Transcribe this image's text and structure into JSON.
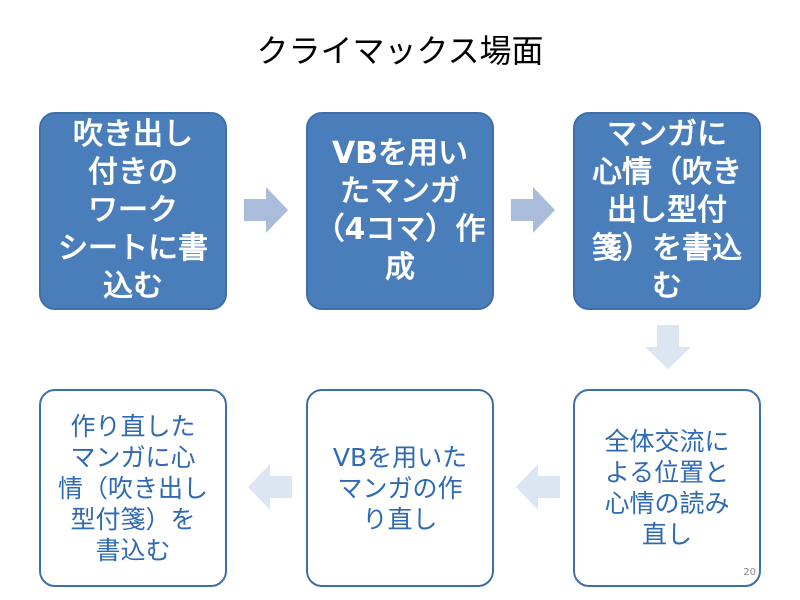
{
  "title": "クライマックス場面",
  "steps": [
    {
      "id": 1,
      "style": "filled",
      "text": "吹き出し\n付きの\nワーク\nシートに書\n込む"
    },
    {
      "id": 2,
      "style": "filled",
      "text": "VBを用い\nたマンガ\n（4コマ）作\n成"
    },
    {
      "id": 3,
      "style": "filled",
      "text": "マンガに\n心情（吹き\n出し型付\n箋）を書込\nむ"
    },
    {
      "id": 4,
      "style": "outline",
      "text": "全体交流に\nよる位置と\n心情の読み\n直し"
    },
    {
      "id": 5,
      "style": "outline",
      "text": "VBを用いた\nマンガの作\nり直し"
    },
    {
      "id": 6,
      "style": "outline",
      "text": "作り直した\nマンガに心\n情（吹き出し\n型付箋）を\n書込む"
    }
  ],
  "arrows": [
    {
      "from": 1,
      "to": 2,
      "direction": "right"
    },
    {
      "from": 2,
      "to": 3,
      "direction": "right"
    },
    {
      "from": 3,
      "to": 4,
      "direction": "down"
    },
    {
      "from": 4,
      "to": 5,
      "direction": "left"
    },
    {
      "from": 5,
      "to": 6,
      "direction": "left"
    }
  ],
  "colors": {
    "filled_box": "#4a7ebb",
    "outline_text": "#2e6ab4",
    "arrow_strong": "#a9bcd9",
    "arrow_light": "#dce6f2"
  },
  "page_number": "20"
}
